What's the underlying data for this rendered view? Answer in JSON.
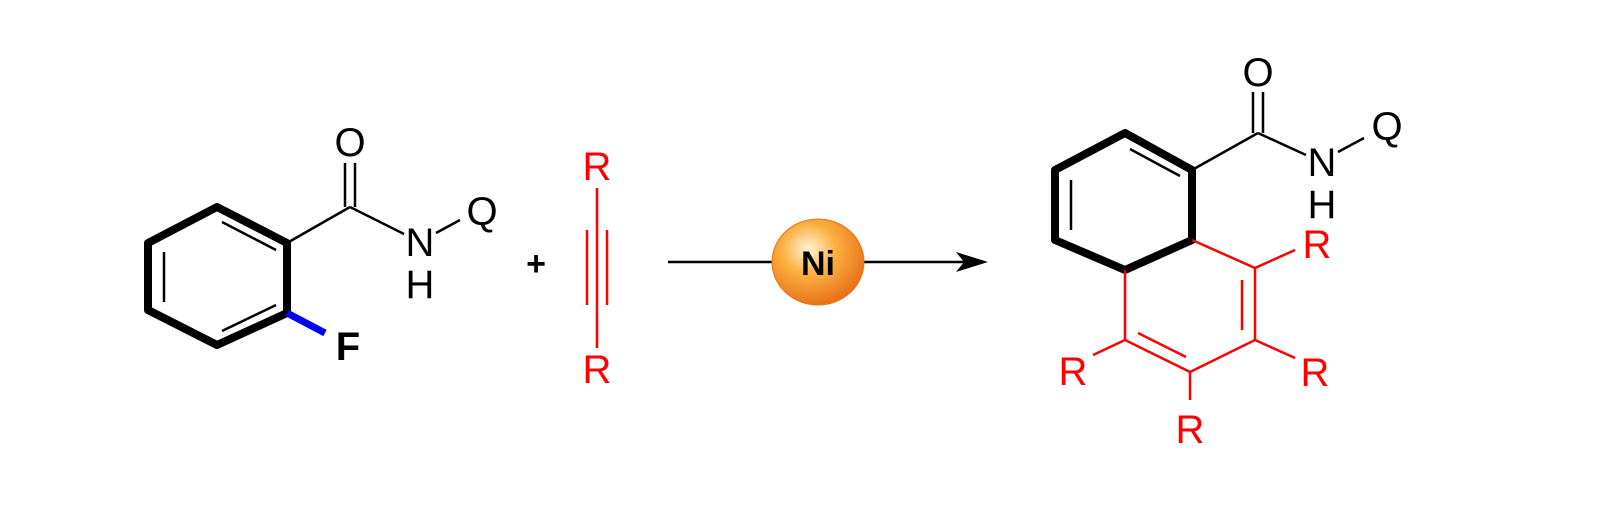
{
  "reactant1": {
    "oxygen": "O",
    "nitrogen": "N",
    "hydrogen": "H",
    "q_group": "Q",
    "fluorine": "F"
  },
  "plus_sign": "+",
  "reactant2": {
    "r_top": "R",
    "r_bottom": "R"
  },
  "catalyst": {
    "label": "Ni"
  },
  "product": {
    "oxygen": "O",
    "nitrogen": "N",
    "hydrogen": "H",
    "q_group": "Q",
    "r1": "R",
    "r2": "R",
    "r3": "R",
    "r4": "R"
  },
  "colors": {
    "black": "#000000",
    "red": "#ff0000",
    "blue": "#0000ff",
    "catalyst_orange": "#f7931e"
  }
}
